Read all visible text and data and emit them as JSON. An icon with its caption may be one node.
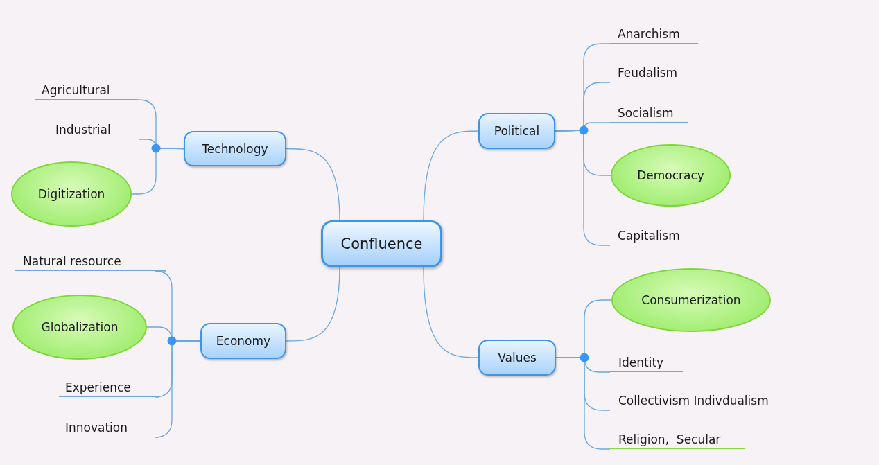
{
  "diagram": {
    "nodes": [
      {
        "text": [
          "Confluence"
        ]
      },
      {
        "text": [
          "Technology"
        ]
      },
      {
        "text": [
          "Agricultural"
        ]
      },
      {
        "text": [
          "Industrial"
        ]
      },
      {
        "text": [
          "Digitization"
        ]
      },
      {
        "text": [
          "Political"
        ]
      },
      {
        "text": [
          "Anarchism"
        ]
      },
      {
        "text": [
          "Feudalism"
        ]
      },
      {
        "text": [
          "Socialism"
        ]
      },
      {
        "text": [
          "Democracy"
        ]
      },
      {
        "text": [
          "Capitalism"
        ]
      },
      {
        "text": [
          "Economy"
        ]
      },
      {
        "text": [
          "Natural resource"
        ]
      },
      {
        "text": [
          "Globalization"
        ]
      },
      {
        "text": [
          "Experience"
        ]
      },
      {
        "text": [
          "Innovation"
        ]
      },
      {
        "text": [
          "Values"
        ]
      },
      {
        "text": [
          "Consumerization"
        ]
      },
      {
        "text": [
          "Identity"
        ]
      },
      {
        "text": [
          "Collectivism Indivdualism"
        ]
      },
      {
        "text": [
          "Religion,  Secular"
        ]
      }
    ],
    "edges": [
      {
        "from": 0,
        "to": 1,
        "arrow": "none"
      },
      {
        "from": 0,
        "to": 5,
        "arrow": "none"
      },
      {
        "from": 0,
        "to": 11,
        "arrow": "none"
      },
      {
        "from": 0,
        "to": 16,
        "arrow": "none"
      },
      {
        "from": 1,
        "to": 2,
        "arrow": "none"
      },
      {
        "from": 1,
        "to": 3,
        "arrow": "none"
      },
      {
        "from": 1,
        "to": 4,
        "arrow": "none"
      },
      {
        "from": 5,
        "to": 6,
        "arrow": "none"
      },
      {
        "from": 5,
        "to": 7,
        "arrow": "none"
      },
      {
        "from": 5,
        "to": 8,
        "arrow": "none"
      },
      {
        "from": 5,
        "to": 9,
        "arrow": "none"
      },
      {
        "from": 5,
        "to": 10,
        "arrow": "none"
      },
      {
        "from": 11,
        "to": 12,
        "arrow": "none"
      },
      {
        "from": 11,
        "to": 13,
        "arrow": "none"
      },
      {
        "from": 11,
        "to": 14,
        "arrow": "none"
      },
      {
        "from": 11,
        "to": 15,
        "arrow": "none"
      },
      {
        "from": 16,
        "to": 17,
        "arrow": "none"
      },
      {
        "from": 16,
        "to": 18,
        "arrow": "none"
      },
      {
        "from": 16,
        "to": 19,
        "arrow": "none"
      },
      {
        "from": 16,
        "to": 20,
        "arrow": "none"
      }
    ]
  }
}
